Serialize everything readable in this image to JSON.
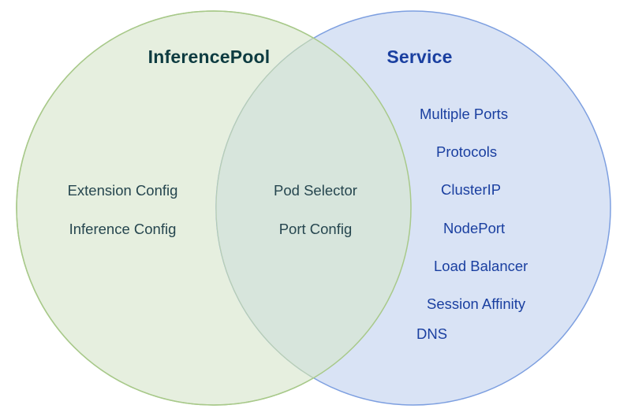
{
  "diagram": {
    "type": "venn",
    "background_color": "#ffffff",
    "left_set": {
      "title": "InferencePool",
      "title_color": "#0d3b40",
      "fill_color": "#e6efdf",
      "stroke_color": "#a8c98a",
      "items": [
        {
          "label": "Extension Config"
        },
        {
          "label": "Inference Config"
        }
      ]
    },
    "right_set": {
      "title": "Service",
      "title_color": "#1a3fa0",
      "fill_color": "#d7e2f4",
      "stroke_color": "#7d9fe0",
      "items": [
        {
          "label": "Multiple Ports"
        },
        {
          "label": "Protocols"
        },
        {
          "label": "ClusterIP"
        },
        {
          "label": "NodePort"
        },
        {
          "label": "Load Balancer"
        },
        {
          "label": "Session Affinity"
        },
        {
          "label": "DNS"
        }
      ]
    },
    "intersection": {
      "fill_color": "#d7e5dc",
      "items": [
        {
          "label": "Pod Selector"
        },
        {
          "label": "Port Config"
        }
      ]
    }
  }
}
